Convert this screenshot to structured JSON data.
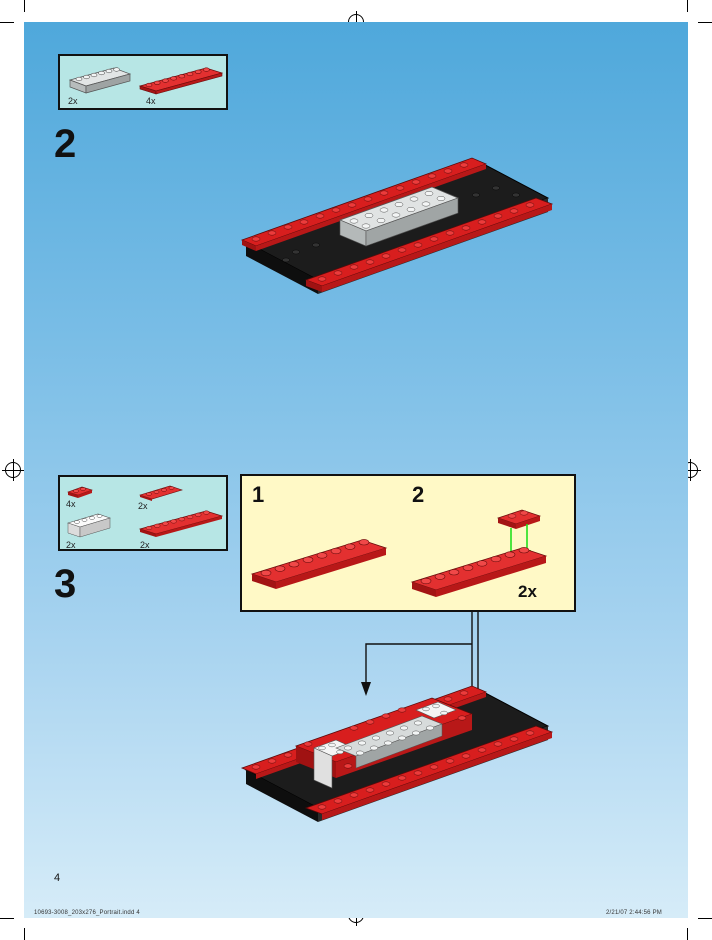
{
  "step2": {
    "number": "2",
    "parts": [
      {
        "qty": "2x",
        "name": "grey-brick-1x6"
      },
      {
        "qty": "4x",
        "name": "red-plate-1x8"
      }
    ]
  },
  "step3": {
    "number": "3",
    "parts": [
      {
        "qty": "4x",
        "name": "red-plate-1x2"
      },
      {
        "qty": "2x",
        "name": "red-plate-1x4"
      },
      {
        "qty": "2x",
        "name": "white-brick-1x4"
      },
      {
        "qty": "2x",
        "name": "red-plate-1x8"
      }
    ],
    "subassembly": {
      "step1": "1",
      "step2": "2",
      "multiplier": "2x"
    }
  },
  "page_number": "4",
  "footer": {
    "file": "10693-3008_203x276_Portrait.indd 4",
    "date": "2/21/07 2:44:56 PM"
  },
  "colors": {
    "red": "#d81e1e",
    "black": "#1c1c1c",
    "grey": "#c9cdcd",
    "white": "#f4f4f4",
    "green_arrow": "#22e01c",
    "subassembly_bg": "#fff9c6",
    "parts_bg": "#b7e6e5"
  }
}
